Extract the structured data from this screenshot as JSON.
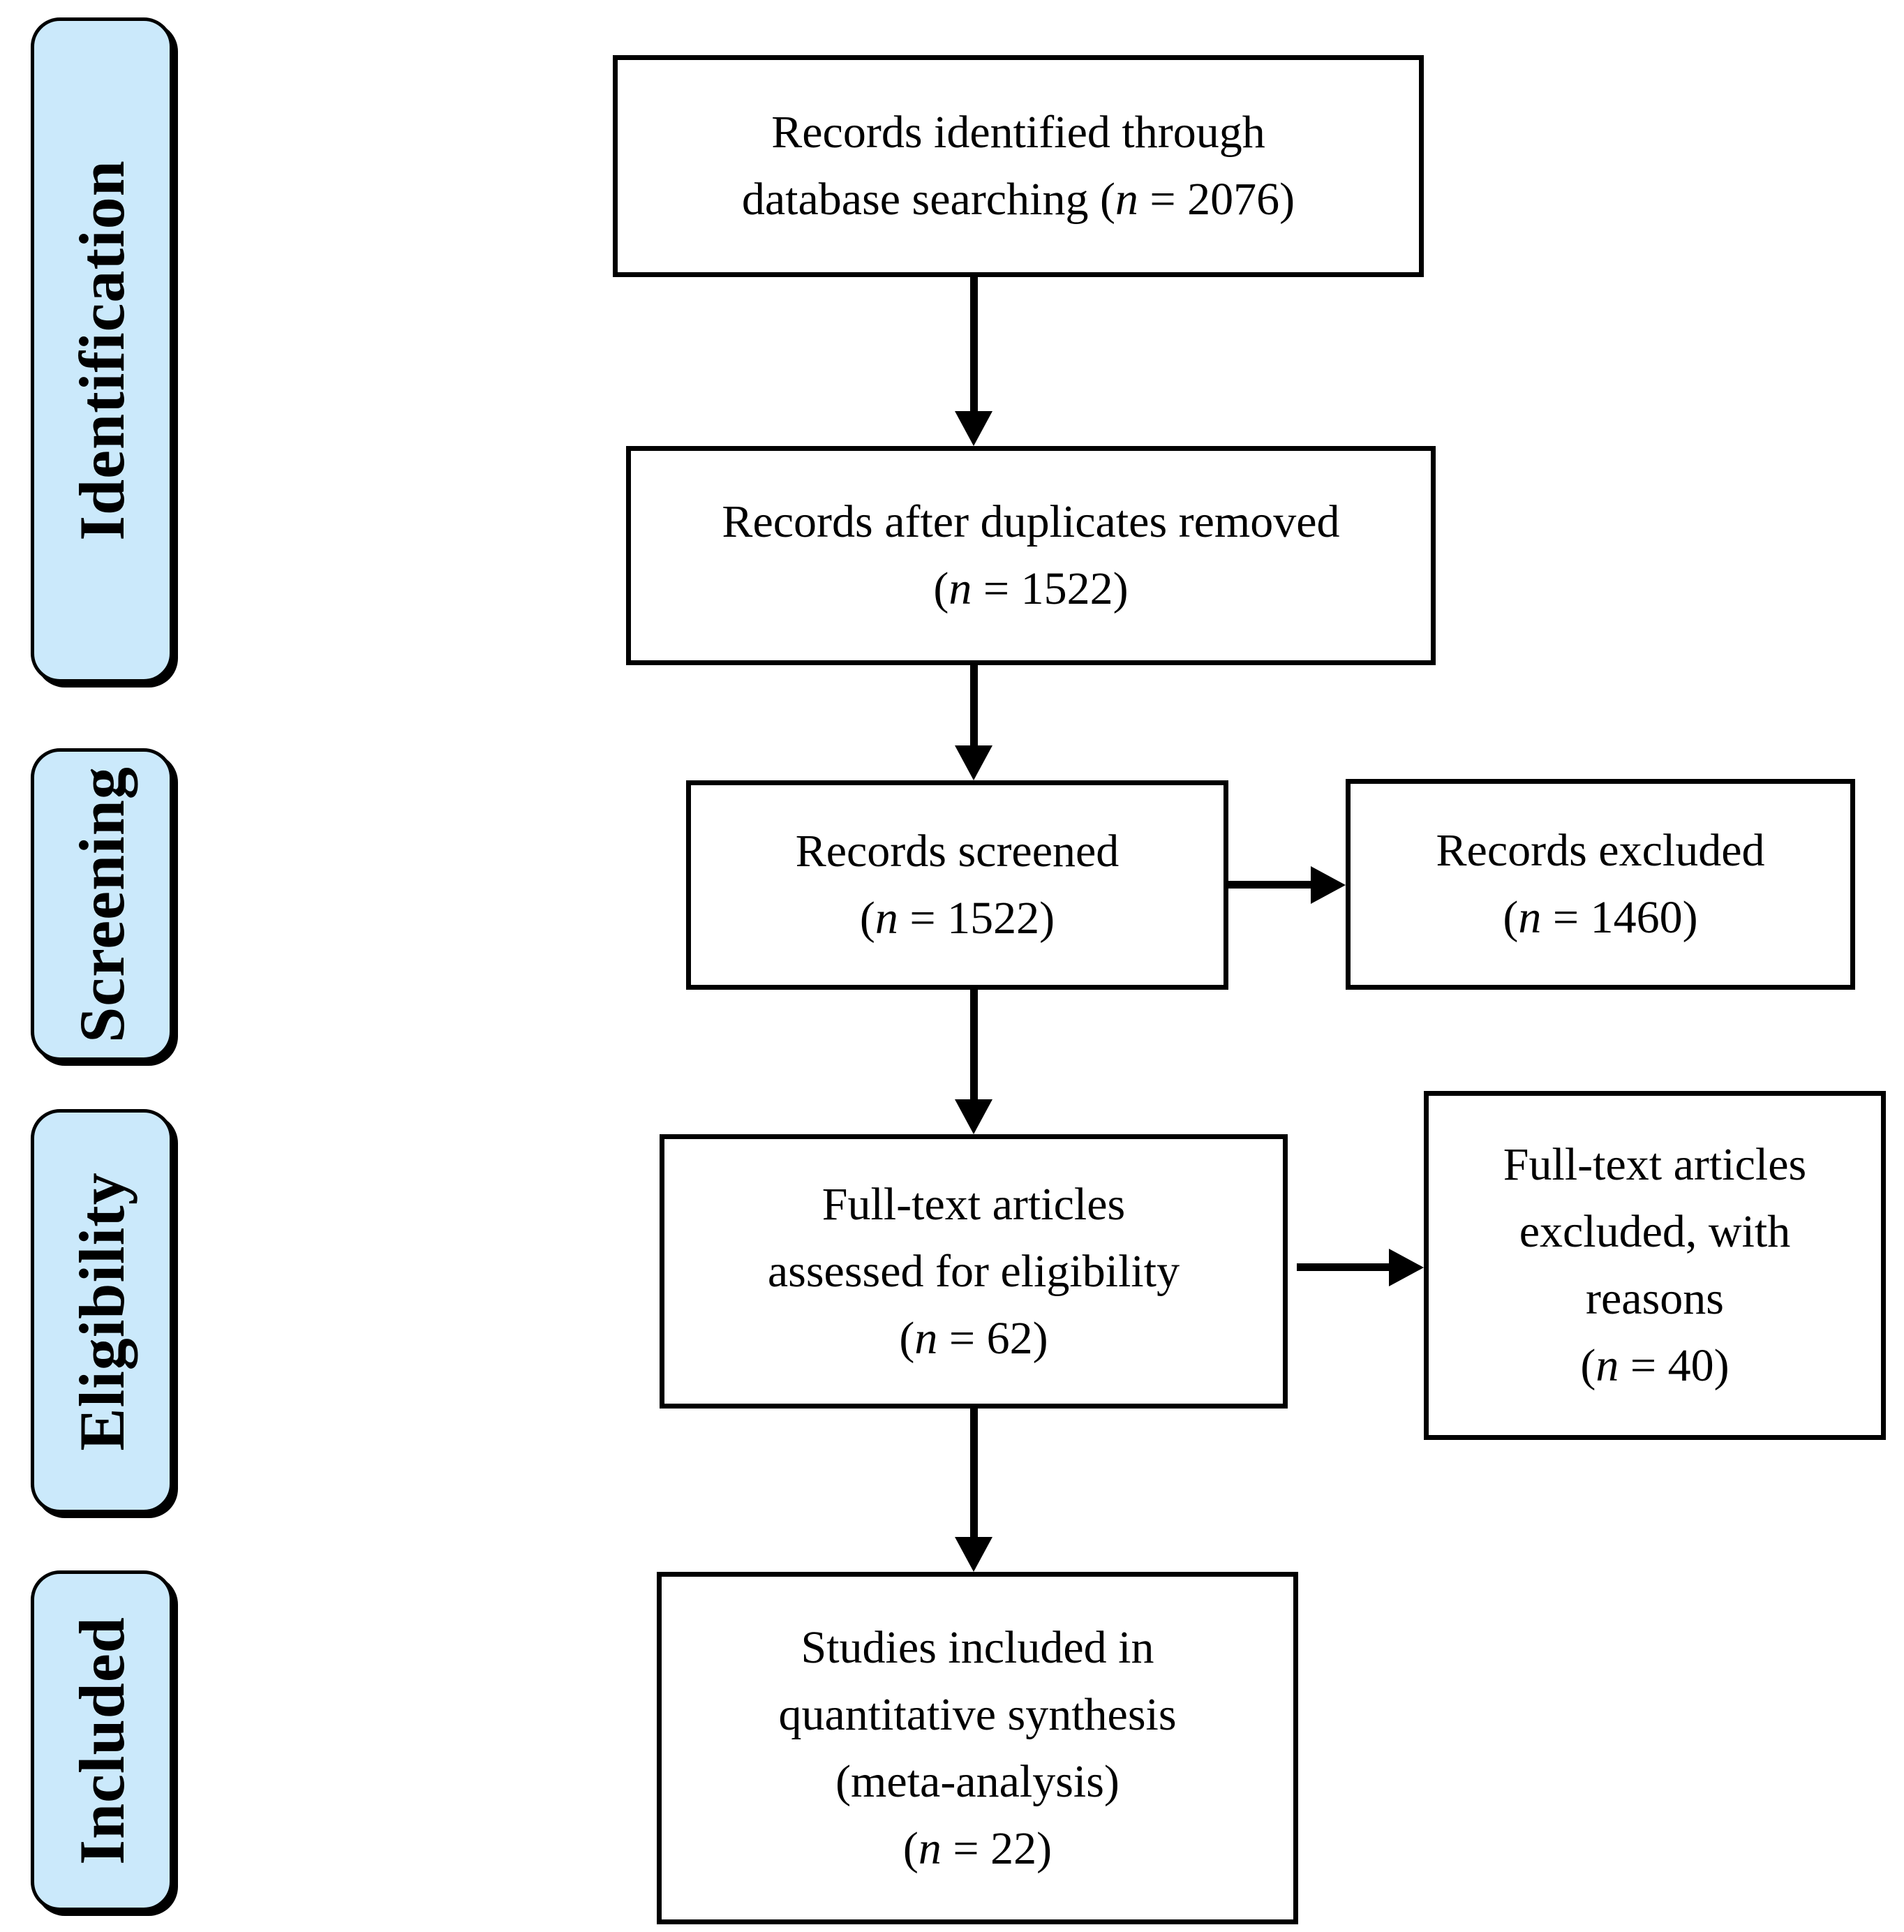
{
  "diagram_type": "prisma-flow-diagram",
  "colors": {
    "stage_fill": "#cbe9fb",
    "box_fill": "#ffffff",
    "line": "#000000",
    "text": "#000000"
  },
  "stages": [
    {
      "id": "identification",
      "label": "Identification"
    },
    {
      "id": "screening",
      "label": "Screening"
    },
    {
      "id": "eligibility",
      "label": "Eligibility"
    },
    {
      "id": "included",
      "label": "Included"
    }
  ],
  "boxes": [
    {
      "id": "records-identified",
      "n": 2076,
      "lines": [
        "Records identified through",
        "database searching (n = 2076)"
      ]
    },
    {
      "id": "records-after-duplicates-removed",
      "n": 1522,
      "lines": [
        "Records after duplicates removed",
        "(n = 1522)"
      ]
    },
    {
      "id": "records-screened",
      "n": 1522,
      "lines": [
        "Records screened",
        "(n = 1522)"
      ]
    },
    {
      "id": "records-excluded",
      "n": 1460,
      "lines": [
        "Records excluded",
        "(n = 1460)"
      ]
    },
    {
      "id": "fulltext-assessed",
      "n": 62,
      "lines": [
        "Full-text articles",
        "assessed for eligibility",
        "(n = 62)"
      ]
    },
    {
      "id": "fulltext-excluded",
      "n": 40,
      "lines": [
        "Full-text articles",
        "excluded, with",
        "reasons",
        "(n = 40)"
      ]
    },
    {
      "id": "studies-included-quantitative",
      "n": 22,
      "lines": [
        "Studies included in",
        "quantitative synthesis",
        "(meta-analysis)",
        "(n = 22)"
      ]
    }
  ]
}
